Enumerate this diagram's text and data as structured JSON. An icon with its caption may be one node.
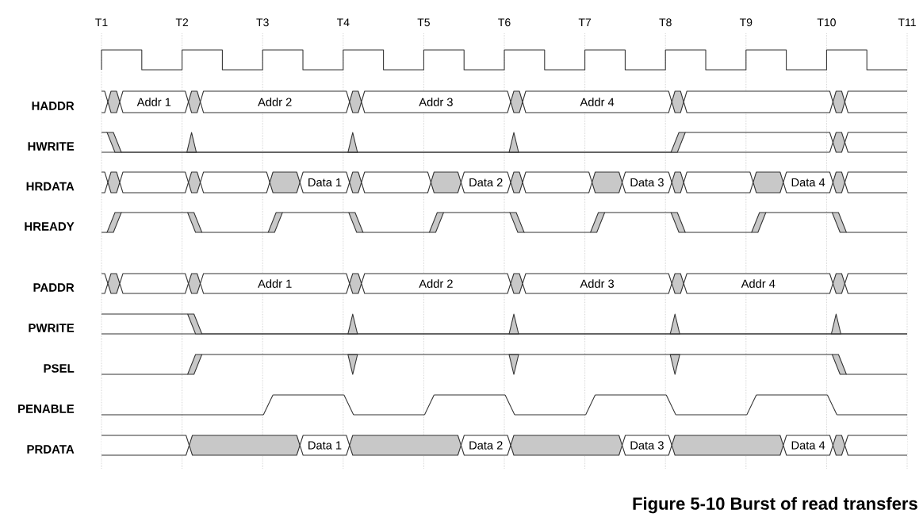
{
  "diagram": {
    "caption": "Figure 5-10 Burst of read transfers",
    "labels": [
      "T1",
      "T2",
      "T3",
      "T4",
      "T5",
      "T6",
      "T7",
      "T8",
      "T9",
      "T10",
      "T11",
      "HADDR",
      "Addr 1",
      "Addr 2",
      "Addr 3",
      "Addr 4",
      "HWRITE",
      "HRDATA",
      "Data 1",
      "Data 2",
      "Data 3",
      "Data 4",
      "HREADY",
      "PADDR",
      "Addr 1",
      "Addr 2",
      "Addr 3",
      "Addr 4",
      "PWRITE",
      "PSEL",
      "PENABLE",
      "PRDATA",
      "Data 1",
      "Data 2",
      "Data 3",
      "Data 4"
    ]
  }
}
